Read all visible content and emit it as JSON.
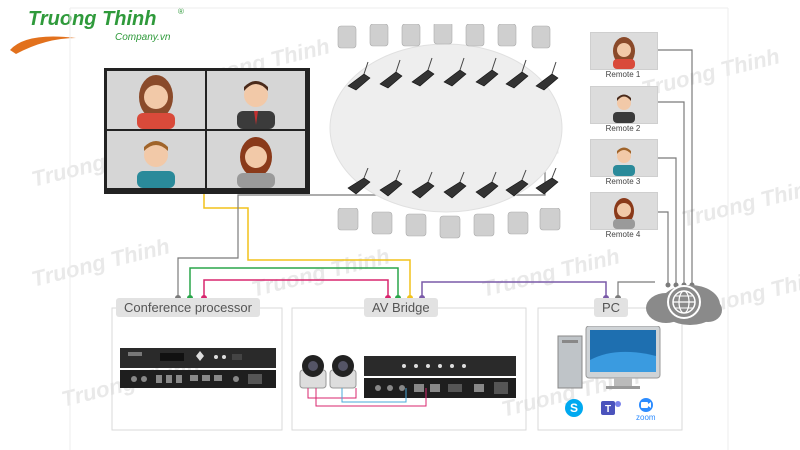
{
  "logo": {
    "name": "Truong Thinh",
    "sub": "Company.vn",
    "reg": "®"
  },
  "watermark_text": "Truong Thinh",
  "sections": {
    "conference_processor": "Conference processor",
    "av_bridge": "AV Bridge",
    "pc": "PC"
  },
  "remotes": [
    "Remote 1",
    "Remote 2",
    "Remote 3",
    "Remote 4"
  ],
  "apps": {
    "zoom": "zoom"
  },
  "colors": {
    "yellow_line": "#f2c21b",
    "green_line": "#2aa54a",
    "magenta_line": "#d8266e",
    "purple_line": "#7a5aa8",
    "gray_line": "#7b7b7b",
    "cloud": "#8a8a8a",
    "logo_green": "#2f9a3b",
    "logo_orange": "#e2711d"
  }
}
